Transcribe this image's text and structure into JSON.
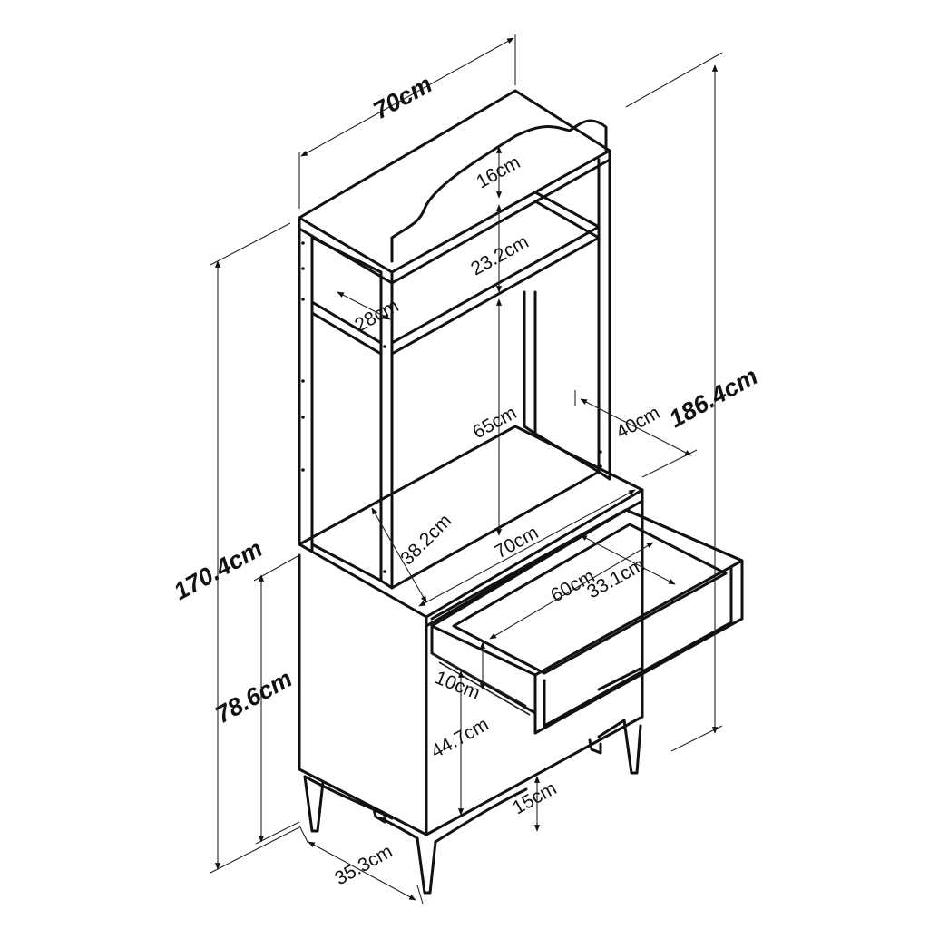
{
  "dimensions": {
    "top_width": "70cm",
    "crest_height": "16cm",
    "top_shelf_gap": "23.2cm",
    "top_shelf_depth": "28cm",
    "open_height": "65cm",
    "hutch_depth": "40cm",
    "total_height": "186.4cm",
    "counter_depth": "38.2cm",
    "counter_width": "70cm",
    "drawer_width": "60cm",
    "drawer_depth": "33.1cm",
    "drawer_height": "10cm",
    "lower_opening": "44.7cm",
    "leg_height": "15cm",
    "leg_depth": "35.3cm",
    "cabinet_height": "78.6cm",
    "hutch_height": "170.4cm"
  },
  "colors": {
    "line": "#111111",
    "background": "#ffffff"
  }
}
